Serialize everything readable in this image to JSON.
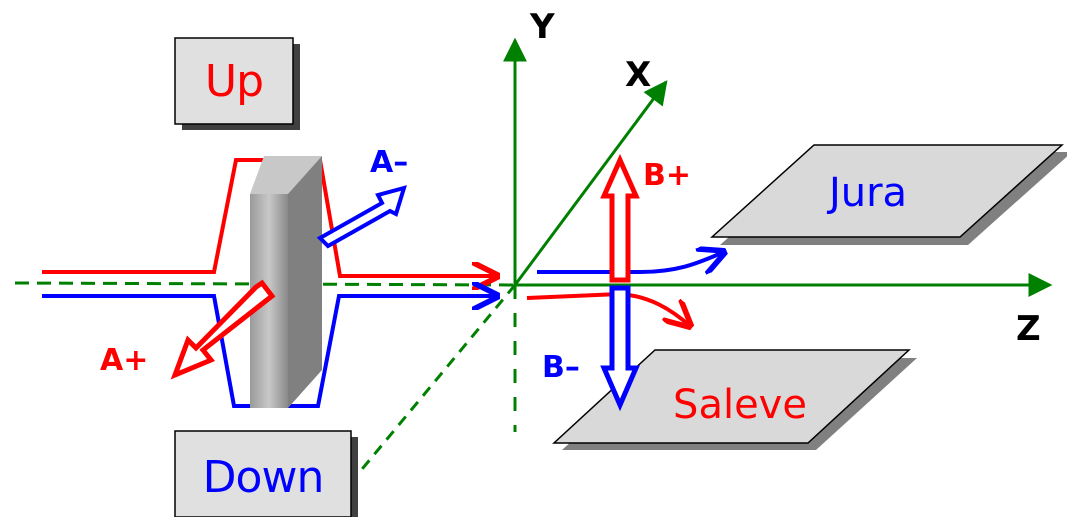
{
  "boxes": {
    "up_label": "Up",
    "down_label": "Down"
  },
  "axes": {
    "x_label": "X",
    "y_label": "Y",
    "z_label": "Z"
  },
  "arrows": {
    "a_plus": "A+",
    "a_minus": "A–",
    "b_plus": "B+",
    "b_minus": "B–"
  },
  "plates": {
    "jura_label": "Jura",
    "saleve_label": "Saleve"
  },
  "colors": {
    "red": "#ff0000",
    "blue": "#0000ff",
    "green": "#008000",
    "box_fill": "#e0e0e0",
    "plate_fill": "#d9d9d9"
  }
}
